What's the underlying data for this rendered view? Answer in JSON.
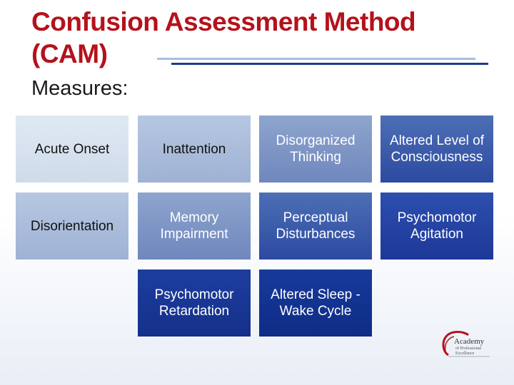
{
  "slide": {
    "title_line1": "Confusion Assessment Method",
    "title_line2": "(CAM)",
    "subtitle": "Measures:"
  },
  "measures": [
    "Acute Onset",
    "Inattention",
    "Disorganized Thinking",
    "Altered Level of Consciousness",
    "Disorientation",
    "Memory Impairment",
    "Perceptual Disturbances",
    "Psychomotor Agitation",
    "Psychomotor Retardation",
    "Altered Sleep -Wake Cycle"
  ],
  "logo": {
    "line1": "Academy",
    "line2": "of Professional",
    "line3": "Excellence"
  },
  "colors": {
    "title": "#b5121b",
    "rule_dark": "#1f3a8a",
    "rule_light": "#a9bedf"
  }
}
